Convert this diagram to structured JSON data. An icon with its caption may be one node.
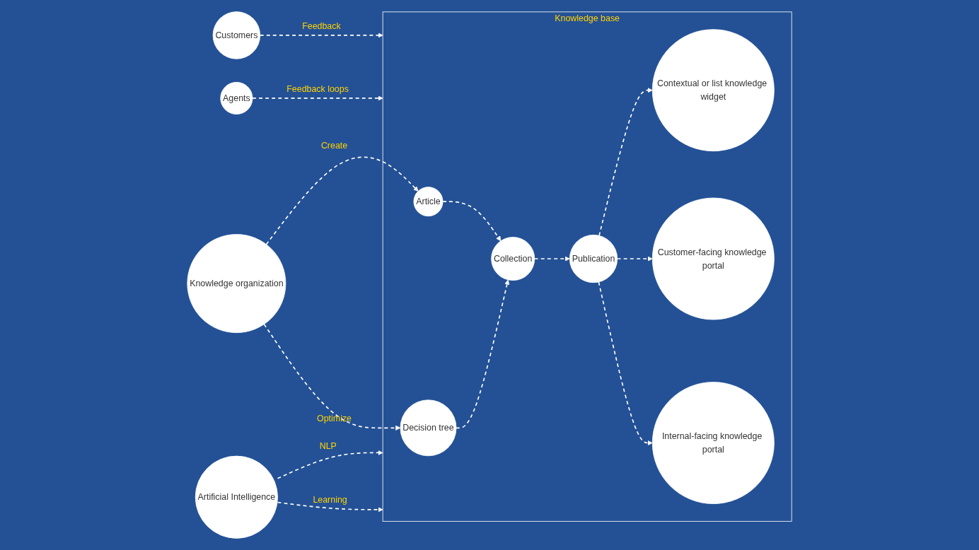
{
  "diagram": {
    "nodes": [
      {
        "text": [
          "Knowledge base"
        ]
      },
      {
        "text": [
          "Knowledge organization"
        ]
      },
      {
        "text": [
          "Article"
        ],
        "in": 0
      },
      {
        "text": [
          "Decision tree"
        ],
        "in": 0
      },
      {
        "text": [
          "Collection"
        ],
        "in": 0
      },
      {
        "text": [
          "Publication"
        ],
        "in": 0
      },
      {
        "text": [
          "Contextual or list knowledge widget"
        ],
        "in": 0
      },
      {
        "text": [
          "Customer-facing knowledge portal"
        ],
        "in": 0
      },
      {
        "text": [
          "Internal-facing knowledge portal"
        ],
        "in": 0
      },
      {
        "text": [
          "Customers"
        ]
      },
      {
        "text": [
          "Agents"
        ]
      },
      {
        "text": [
          "Artificial Intelligence"
        ]
      }
    ],
    "edges": [
      {
        "from": 1,
        "to": 2,
        "arrow": "to",
        "label": "Create",
        "style": "dashed"
      },
      {
        "from": 1,
        "to": 3,
        "arrow": "to",
        "label": "Optimize",
        "style": "dashed"
      },
      {
        "from": 2,
        "to": 4,
        "arrow": "to",
        "style": "dashed"
      },
      {
        "from": 3,
        "to": 4,
        "arrow": "to",
        "style": "dashed"
      },
      {
        "from": 4,
        "to": 5,
        "arrow": "to",
        "style": "dashed"
      },
      {
        "from": 5,
        "to": 6,
        "arrow": "to",
        "style": "dashed"
      },
      {
        "from": 5,
        "to": 7,
        "arrow": "to",
        "style": "dashed"
      },
      {
        "from": 5,
        "to": 8,
        "arrow": "to",
        "style": "dashed"
      },
      {
        "from": 9,
        "to": 0,
        "arrow": "to",
        "label": "Feedback",
        "style": "dashed"
      },
      {
        "from": 10,
        "to": 0,
        "arrow": "to",
        "label": "Feedback loops",
        "style": "dashed"
      },
      {
        "from": 11,
        "to": 0,
        "arrow": "to",
        "label": "NLP",
        "style": "dashed"
      },
      {
        "from": 11,
        "to": 0,
        "arrow": "to",
        "label": "Learning",
        "style": "dashed"
      }
    ]
  }
}
